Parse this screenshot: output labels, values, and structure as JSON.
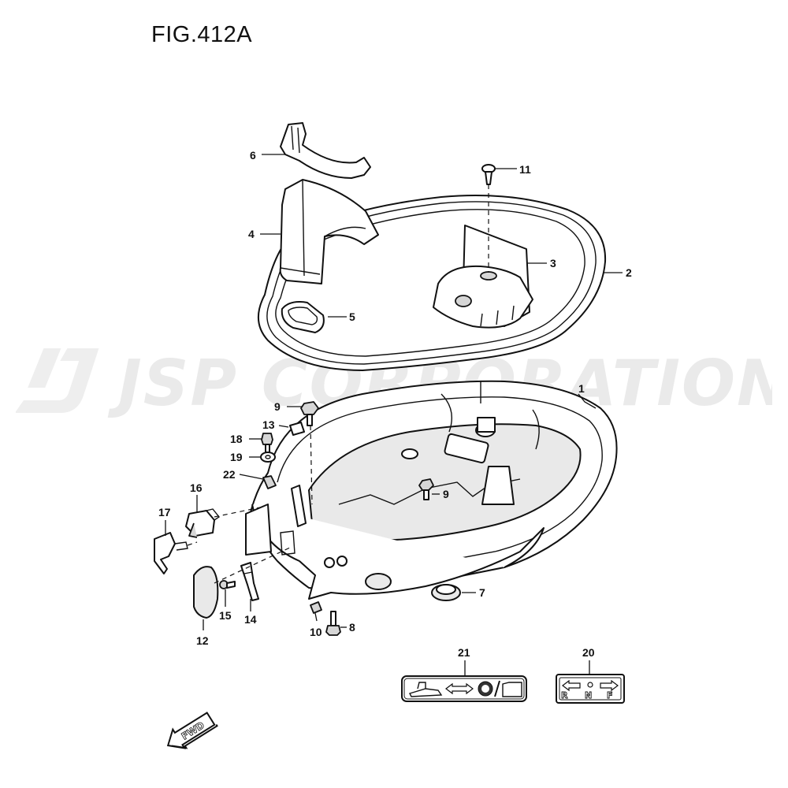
{
  "figure": {
    "title": "FIG.412A"
  },
  "watermark": {
    "text": "JSP CORPORATION"
  },
  "callouts": {
    "c1": "1",
    "c2": "2",
    "c3": "3",
    "c4": "4",
    "c5": "5",
    "c6": "6",
    "c7": "7",
    "c8": "8",
    "c9a": "9",
    "c9b": "9",
    "c10": "10",
    "c11": "11",
    "c12": "12",
    "c13": "13",
    "c14": "14",
    "c15": "15",
    "c16": "16",
    "c17": "17",
    "c18": "18",
    "c19": "19",
    "c20": "20",
    "c21": "21",
    "c22": "22"
  },
  "labels": {
    "shift": {
      "r": "R",
      "n": "N",
      "f": "F"
    },
    "fwd": "FWD"
  }
}
